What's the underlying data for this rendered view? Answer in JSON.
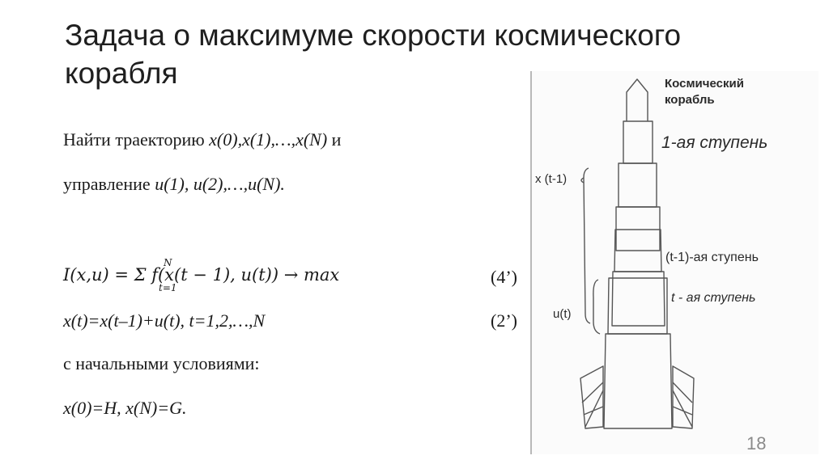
{
  "slide": {
    "title_line1": "Задача о максимуме скорости космического",
    "title_line2": "корабля",
    "find_prefix": "Найти траекторию ",
    "find_traj": "x(0),x(1),…,x(N)",
    "find_and": " и",
    "control_prefix": "управление  ",
    "control_seq": "u(1), u(2),…,u(N).",
    "objective_formula": "I(x,u) = Σ f(x(t − 1), u(t)) → max",
    "objective_sum_lower": "t=1",
    "objective_sum_upper": "N",
    "objective_tag": "(4’)",
    "dynamics": "x(t)=x(t–1)+u(t), t=1,2,…,N",
    "dynamics_tag": "(2’)",
    "initial_text": "с начальными условиями:",
    "boundary": "x(0)=H, x(N)=G.",
    "page_number": "18"
  },
  "figure": {
    "title_line1": "Космический",
    "title_line2": "корабль",
    "label_stage1": "1-ая ступень",
    "label_x": "x (t-1)",
    "label_stage_prev": "(t-1)-ая ступень",
    "label_stage_t": "t - ая ступень",
    "label_u": "u(t)"
  }
}
